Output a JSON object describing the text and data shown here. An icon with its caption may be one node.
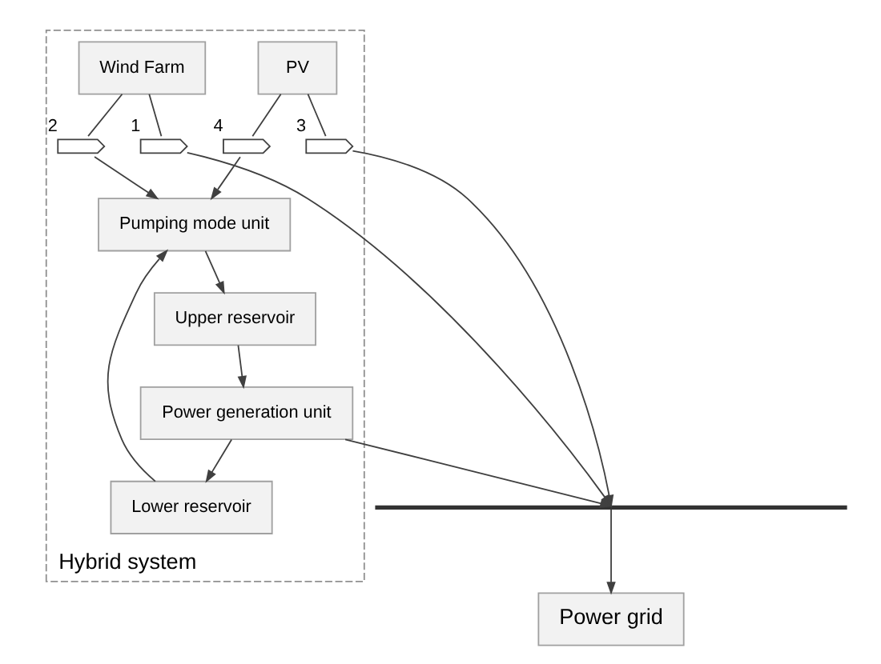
{
  "diagram": {
    "nodes": [
      {
        "text": [
          "Power grid"
        ]
      },
      {
        "text": [],
        "shape": "bar"
      },
      {
        "text": [
          "Hybrid system"
        ]
      },
      {
        "text": [
          "Wind Farm"
        ],
        "in": 2
      },
      {
        "text": [
          "PV"
        ],
        "in": 2
      },
      {
        "text": [],
        "shape": "switch",
        "beside": [
          "1"
        ],
        "in": 2
      },
      {
        "text": [],
        "shape": "switch",
        "beside": [
          "2"
        ],
        "in": 2
      },
      {
        "text": [],
        "shape": "switch",
        "beside": [
          "3"
        ],
        "in": 2
      },
      {
        "text": [],
        "shape": "switch",
        "beside": [
          "4"
        ],
        "in": 2
      },
      {
        "text": [
          "Pumping mode unit"
        ],
        "in": 2
      },
      {
        "text": [
          "Lower reservoir"
        ],
        "in": 2
      },
      {
        "text": [
          "Power generation unit"
        ],
        "in": 2
      },
      {
        "text": [
          "Upper reservoir"
        ],
        "in": 2
      }
    ],
    "edges": [
      {
        "from": 1,
        "to": 0,
        "arrow": "to"
      },
      {
        "from": 3,
        "to": 5,
        "arrow": "none"
      },
      {
        "from": 3,
        "to": 6,
        "arrow": "none"
      },
      {
        "from": 4,
        "to": 7,
        "arrow": "none"
      },
      {
        "from": 4,
        "to": 8,
        "arrow": "none"
      },
      {
        "from": 5,
        "to": 1,
        "arrow": "to"
      },
      {
        "from": 7,
        "to": 1,
        "arrow": "to"
      },
      {
        "from": 6,
        "to": 9,
        "arrow": "to"
      },
      {
        "from": 8,
        "to": 9,
        "arrow": "to"
      },
      {
        "from": 10,
        "to": 9,
        "arrow": "to"
      },
      {
        "from": 9,
        "to": 12,
        "arrow": "to"
      },
      {
        "from": 12,
        "to": 11,
        "arrow": "to"
      },
      {
        "from": 11,
        "to": 10,
        "arrow": "to"
      },
      {
        "from": 11,
        "to": 1,
        "arrow": "to"
      }
    ]
  }
}
